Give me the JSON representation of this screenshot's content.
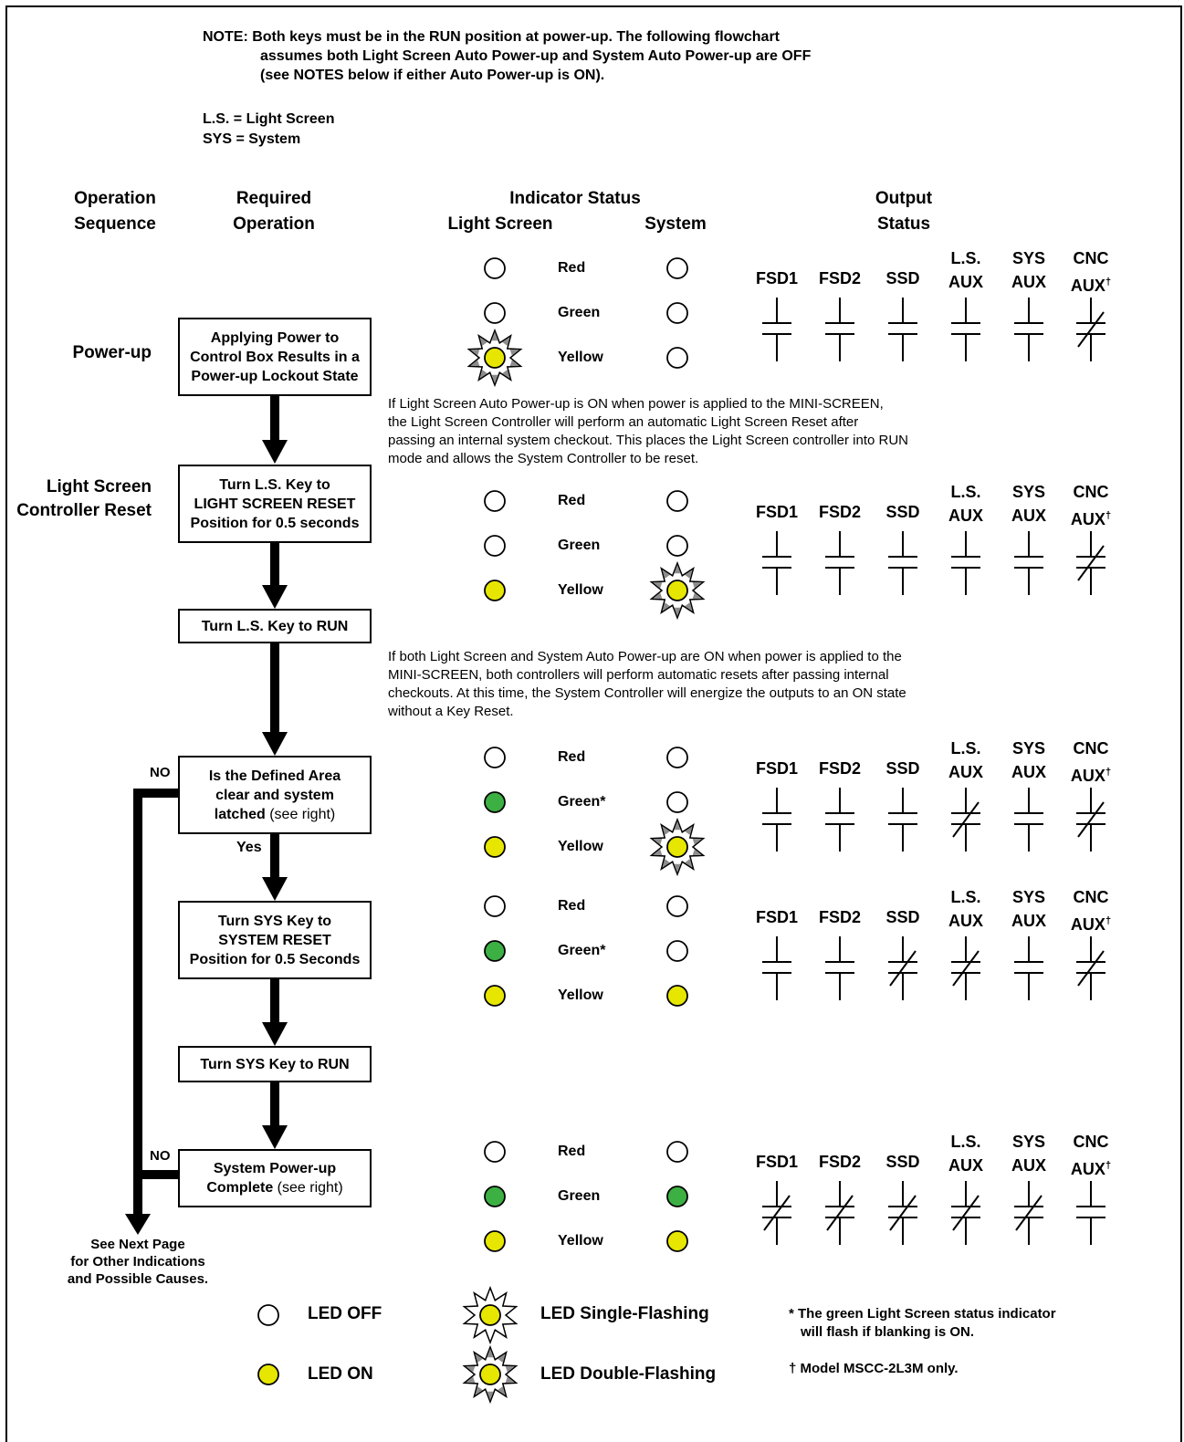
{
  "note": {
    "line1": "NOTE:  Both keys must be in the RUN position at power-up. The following flowchart",
    "line2": "assumes both Light Screen Auto Power-up and System Auto Power-up are OFF",
    "line3": "(see NOTES below if either Auto Power-up is ON).",
    "abbr1": "L.S. = Light Screen",
    "abbr2": "SYS = System"
  },
  "headers": {
    "op_seq_1": "Operation",
    "op_seq_2": "Sequence",
    "req_op_1": "Required",
    "req_op_2": "Operation",
    "indicator": "Indicator Status",
    "light_screen": "Light Screen",
    "system": "System",
    "output_1": "Output",
    "output_2": "Status"
  },
  "sequence": {
    "powerup": "Power-up",
    "ls_reset_1": "Light Screen",
    "ls_reset_2": "Controller Reset"
  },
  "boxes": {
    "b1_1": "Applying Power to",
    "b1_2": "Control Box Results in a",
    "b1_3": "Power-up Lockout State",
    "b2_1": "Turn L.S. Key to",
    "b2_2": "LIGHT SCREEN RESET",
    "b2_3": "Position for 0.5 seconds",
    "b3": "Turn L.S. Key to RUN",
    "b4_1": "Is the Defined Area",
    "b4_2": "clear and system",
    "b4_3": "latched",
    "b4_3b": " (see right)",
    "b5_1": "Turn SYS Key to",
    "b5_2": "SYSTEM RESET",
    "b5_3": "Position for 0.5 Seconds",
    "b6": "Turn SYS Key to RUN",
    "b7_1": "System Power-up",
    "b7_2": "Complete",
    "b7_2b": " (see right)"
  },
  "flow_labels": {
    "no1": "NO",
    "yes": "Yes",
    "no2": "NO"
  },
  "next_page": {
    "l1": "See Next Page",
    "l2": "for Other Indications",
    "l3": "and Possible Causes."
  },
  "notes_mid": {
    "p1_1": "If Light Screen Auto Power-up is ON when power is applied to the MINI-SCREEN,",
    "p1_2": "the Light Screen Controller will perform an automatic Light Screen Reset after",
    "p1_3": "passing an internal system checkout. This places the Light Screen controller into RUN",
    "p1_4": "mode and allows the System Controller to be reset.",
    "p2_1": "If both Light Screen and System Auto Power-up are ON when power is applied to the",
    "p2_2": "MINI-SCREEN, both controllers will  perform automatic resets after passing internal",
    "p2_3": "checkouts. At this time, the System Controller will energize the outputs to an ON state",
    "p2_4": "without a Key Reset."
  },
  "indicator_rows": [
    {
      "ls": [
        "off",
        "off",
        "flash2"
      ],
      "sys": [
        "off",
        "off",
        "off"
      ],
      "labels": [
        "Red",
        "Green",
        "Yellow"
      ]
    },
    {
      "ls": [
        "off",
        "off",
        "yellow"
      ],
      "sys": [
        "off",
        "off",
        "flash2"
      ],
      "labels": [
        "Red",
        "Green",
        "Yellow"
      ]
    },
    {
      "ls": [
        "off",
        "green",
        "yellow"
      ],
      "sys": [
        "off",
        "off",
        "flash2"
      ],
      "labels": [
        "Red",
        "Green*",
        "Yellow"
      ]
    },
    {
      "ls": [
        "off",
        "green",
        "yellow"
      ],
      "sys": [
        "off",
        "off",
        "yellow"
      ],
      "labels": [
        "Red",
        "Green*",
        "Yellow"
      ]
    },
    {
      "ls": [
        "off",
        "green",
        "yellow"
      ],
      "sys": [
        "off",
        "green",
        "yellow"
      ],
      "labels": [
        "Red",
        "Green",
        "Yellow"
      ]
    }
  ],
  "outputs": {
    "names": [
      "FSD1",
      "FSD2",
      "SSD",
      "L.S.",
      "SYS",
      "CNC"
    ],
    "names2": [
      "",
      "",
      "",
      "AUX",
      "AUX",
      "AUX"
    ],
    "dagger": "†",
    "states": [
      [
        "open",
        "open",
        "open",
        "open",
        "open",
        "closed"
      ],
      [
        "open",
        "open",
        "open",
        "open",
        "open",
        "closed"
      ],
      [
        "open",
        "open",
        "open",
        "closed",
        "open",
        "closed"
      ],
      [
        "open",
        "open",
        "closed",
        "closed",
        "open",
        "closed"
      ],
      [
        "closed",
        "closed",
        "closed",
        "closed",
        "closed",
        "open"
      ]
    ]
  },
  "legend": {
    "off": "LED OFF",
    "on": "LED ON",
    "single": "LED Single-Flashing",
    "double": "LED Double-Flashing",
    "fn1_1": "*  The green Light Screen status indicator",
    "fn1_2": "will flash if blanking is ON.",
    "fn2": "†  Model MSCC-2L3M only."
  },
  "colors": {
    "yellow": "#e6e600",
    "green": "#3cb043",
    "flash_gray": "#8c8c8c"
  }
}
